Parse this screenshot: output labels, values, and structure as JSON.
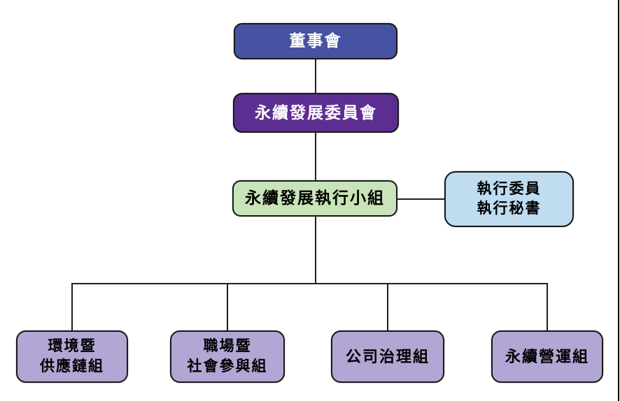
{
  "page": {
    "background_color": "#FFFFFF",
    "right_edge_line_color": "#000000",
    "connector_color": "#1F1F1F"
  },
  "org_chart": {
    "type": "org-chart",
    "nodes": {
      "board": {
        "lines": [
          "董事會"
        ],
        "bg": "#4653A2",
        "text_color": "#FFFFFF"
      },
      "committee": {
        "lines": [
          "永續發展委員會"
        ],
        "bg": "#5D2E91",
        "text_color": "#FFFFFF"
      },
      "exec_team": {
        "lines": [
          "永續發展執行小組"
        ],
        "bg": "#C8E4B8",
        "text_color": "#000000"
      },
      "exec_staff": {
        "lines": [
          "執行委員",
          "執行秘書"
        ],
        "bg": "#BFDCF0",
        "text_color": "#000000"
      },
      "group_env_supply": {
        "lines": [
          "環境暨",
          "供應鏈組"
        ],
        "bg": "#B2A6D4",
        "text_color": "#000000"
      },
      "group_workplace_social": {
        "lines": [
          "職場暨",
          "社會參與組"
        ],
        "bg": "#B2A6D4",
        "text_color": "#000000"
      },
      "group_governance": {
        "lines": [
          "公司治理組"
        ],
        "bg": "#B2A6D4",
        "text_color": "#000000"
      },
      "group_operations": {
        "lines": [
          "永續營運組"
        ],
        "bg": "#B2A6D4",
        "text_color": "#000000"
      }
    },
    "edges": [
      {
        "from": "board",
        "to": "committee"
      },
      {
        "from": "committee",
        "to": "exec_team"
      },
      {
        "from": "exec_team",
        "to": "exec_staff"
      },
      {
        "from": "exec_team",
        "to": "group_env_supply"
      },
      {
        "from": "exec_team",
        "to": "group_workplace_social"
      },
      {
        "from": "exec_team",
        "to": "group_governance"
      },
      {
        "from": "exec_team",
        "to": "group_operations"
      }
    ]
  }
}
